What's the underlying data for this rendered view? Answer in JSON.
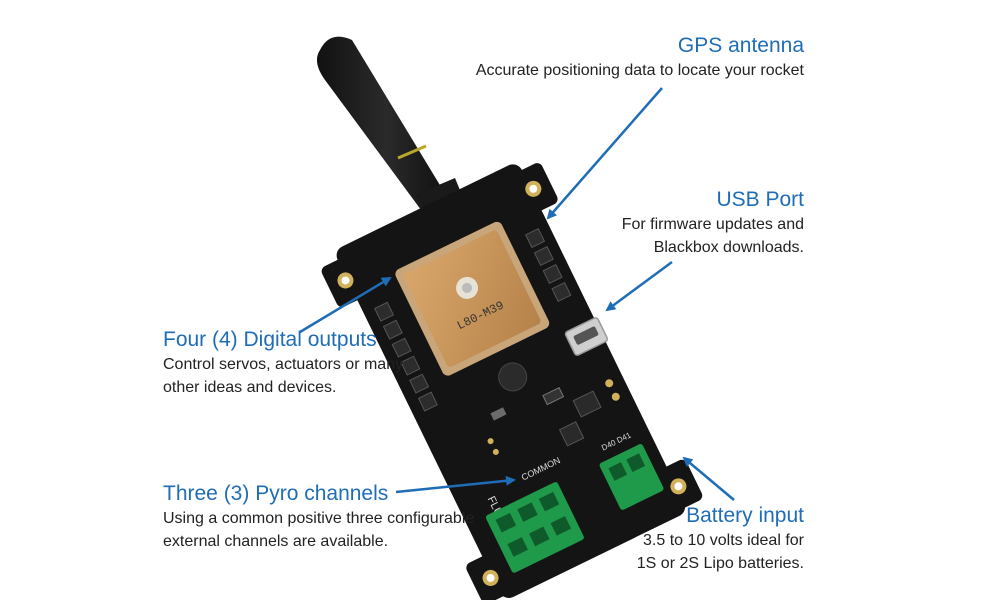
{
  "callouts": {
    "gps": {
      "title": "GPS antenna",
      "desc": [
        "Accurate positioning data to locate your rocket"
      ]
    },
    "usb": {
      "title": "USB Port",
      "desc": [
        "For firmware updates and",
        "Blackbox downloads."
      ]
    },
    "digital": {
      "title": "Four (4) Digital outputs",
      "desc": [
        "Control servos, actuators or many",
        "other ideas and devices."
      ]
    },
    "pyro": {
      "title": "Three (3) Pyro channels",
      "desc": [
        "Using a common positive three configurable",
        "external channels are available."
      ]
    },
    "battery": {
      "title": "Battery input",
      "desc": [
        "3.5 to 10 volts ideal for",
        "1S or 2S Lipo batteries."
      ]
    }
  },
  "board": {
    "gps_module_text": "L80-M39",
    "silk_name": "FLUCTUS",
    "silk_common": "COMMON",
    "silk_voltage": "D40 D41"
  },
  "colors": {
    "title": "#1f6db7",
    "arrow": "#1f6db7",
    "pcb": "#141414",
    "terminal": "#1f9a4a",
    "gps_patch": "#c8955a"
  }
}
